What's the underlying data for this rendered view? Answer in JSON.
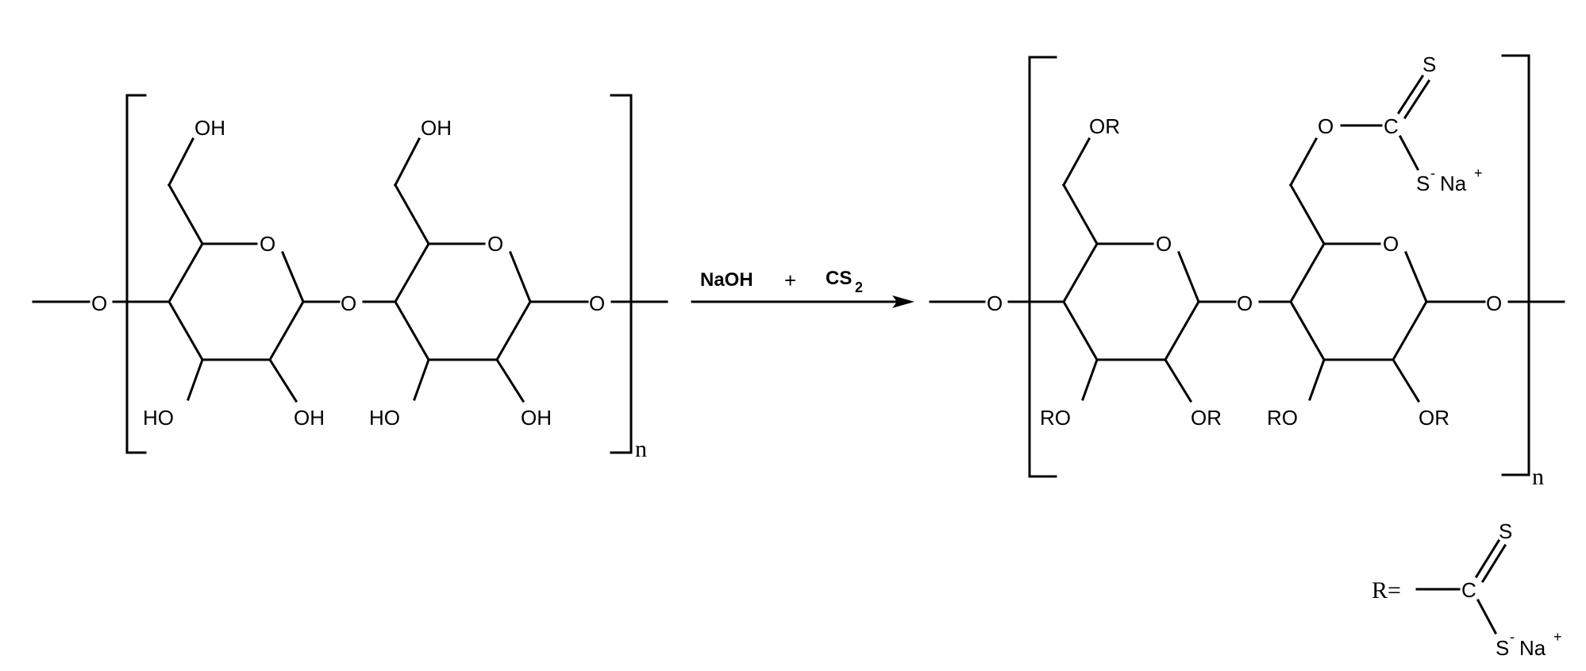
{
  "reactant": {
    "hydroxyl": "OH",
    "ring_oxygen": "O",
    "hydroxyl_left": "HO",
    "repeat_index": "n"
  },
  "reagents": {
    "base": "NaOH",
    "plus": "+",
    "cs2_main": "CS",
    "cs2_subscript": "2"
  },
  "product": {
    "ether_group": "OR",
    "ether_left": "RO",
    "ring_oxygen": "O",
    "sulfur": "S",
    "carbon": "C",
    "sodium": "Na",
    "plus_charge": "+",
    "minus_charge": "-",
    "repeat_index": "n"
  },
  "definition": {
    "r_label": "R="
  }
}
